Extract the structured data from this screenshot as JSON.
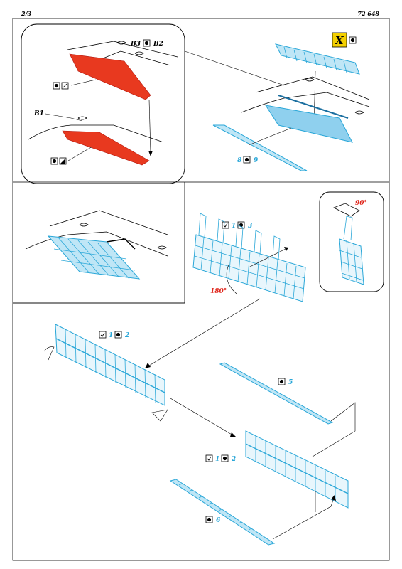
{
  "header": {
    "page": "2/3",
    "code": "72 648"
  },
  "labels": {
    "b3": "B3",
    "b2": "B2",
    "b1": "B1",
    "x_mark": "X",
    "n8": "8",
    "n9": "9",
    "n1a": "1",
    "n3": "3",
    "deg90": "90°",
    "deg180": "180°",
    "n1b": "1",
    "n2a": "2",
    "n5": "5",
    "n1c": "1",
    "n2b": "2",
    "n6": "6"
  },
  "colors": {
    "part_blue": "#2aa7d8",
    "paint_red": "#e8391f",
    "x_badge": "#f4d000"
  },
  "icons": [
    "fold-icon",
    "paint-icon",
    "remove-icon",
    "checkmark-icon"
  ]
}
